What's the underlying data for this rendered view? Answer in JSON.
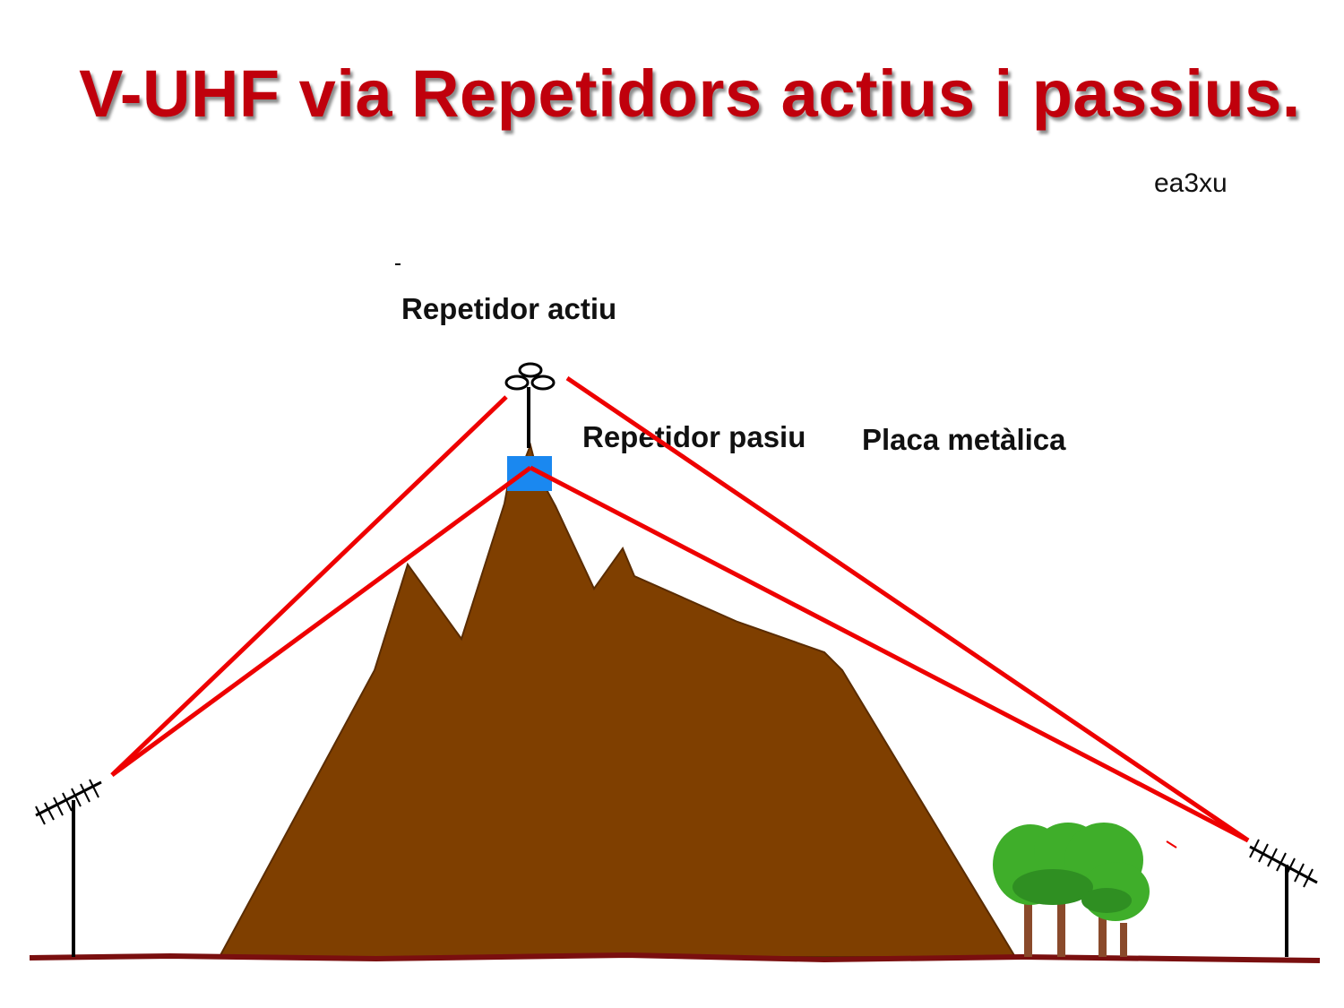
{
  "title": "V-UHF via Repetidors actius i passius.",
  "author": "ea3xu",
  "labels": {
    "active_repeater": "Repetidor actiu",
    "passive_repeater": "Repetidor pasiu",
    "metal_plate": "Placa metàlica"
  },
  "colors": {
    "title": "#c0000c",
    "mountain": "#7f3f00",
    "signal": "#ee0000",
    "ground": "#7a0f0f",
    "plate": "#1a88f0",
    "tree_leaves": "#3fae2a",
    "tree_trunk": "#8a4a2b"
  },
  "icons": {
    "left_antenna": "yagi-antenna-icon",
    "right_antenna": "yagi-antenna-icon",
    "active_repeater": "repeater-antenna-icon",
    "trees": "tree-icon"
  }
}
